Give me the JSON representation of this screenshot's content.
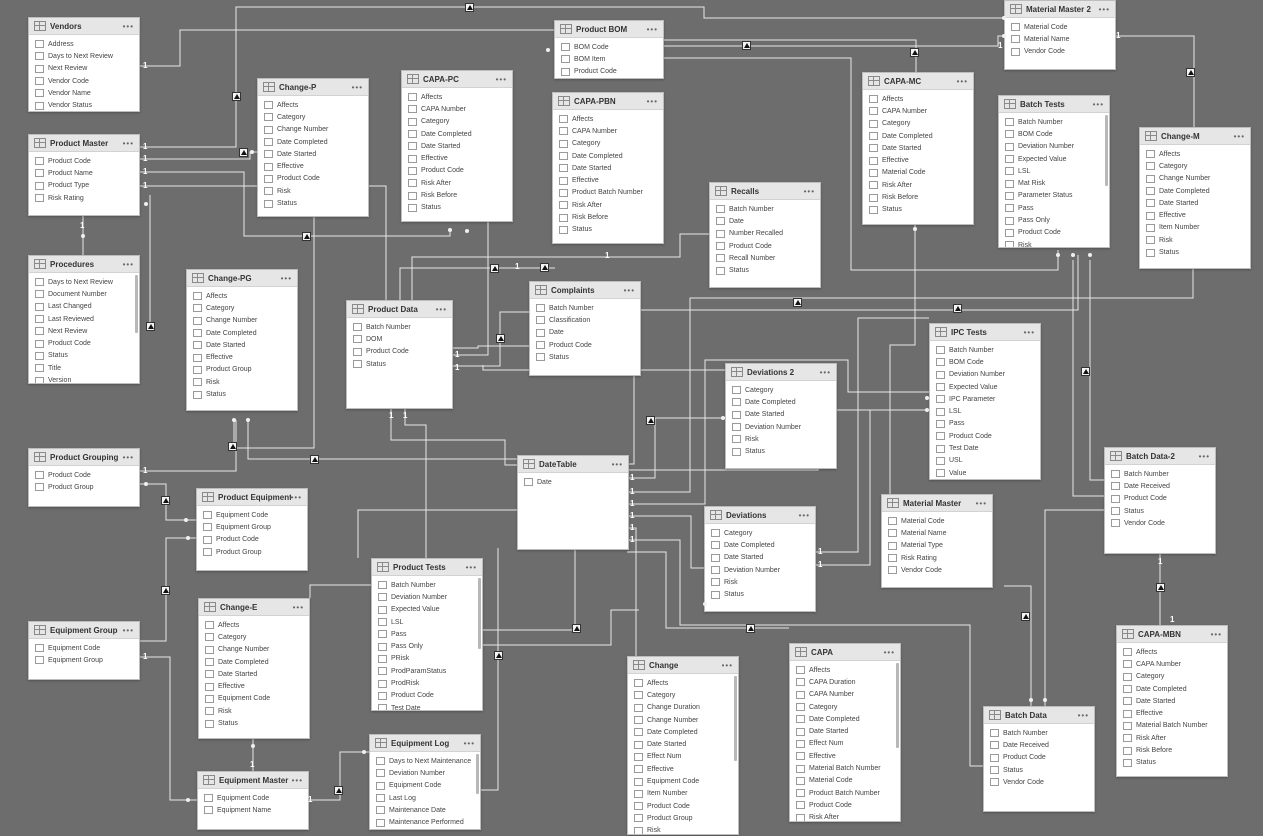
{
  "tables": [
    {
      "id": "vendors",
      "title": "Vendors",
      "fields": [
        "Address",
        "Days to Next Review",
        "Next Review",
        "Vendor Code",
        "Vendor Name",
        "Vendor Status"
      ]
    },
    {
      "id": "product-master",
      "title": "Product Master",
      "fields": [
        "Product Code",
        "Product Name",
        "Product Type",
        "Risk Rating"
      ]
    },
    {
      "id": "procedures",
      "title": "Procedures",
      "fields": [
        "Days to Next Review",
        "Document Number",
        "Last Changed",
        "Last Reviewed",
        "Next Review",
        "Product Code",
        "Status",
        "Title",
        "Version"
      ]
    },
    {
      "id": "product-grouping",
      "title": "Product Grouping",
      "fields": [
        "Product Code",
        "Product Group"
      ]
    },
    {
      "id": "equipment-group",
      "title": "Equipment Group",
      "fields": [
        "Equipment Code",
        "Equipment Group"
      ]
    },
    {
      "id": "change-p",
      "title": "Change-P",
      "fields": [
        "Affects",
        "Category",
        "Change Number",
        "Date Completed",
        "Date Started",
        "Effective",
        "Product Code",
        "Risk",
        "Status"
      ]
    },
    {
      "id": "change-pg",
      "title": "Change-PG",
      "fields": [
        "Affects",
        "Category",
        "Change Number",
        "Date Completed",
        "Date Started",
        "Effective",
        "Product Group",
        "Risk",
        "Status"
      ]
    },
    {
      "id": "product-equipment",
      "title": "Product Equipment",
      "fields": [
        "Equipment Code",
        "Equipment Group",
        "Product Code",
        "Product Group"
      ]
    },
    {
      "id": "change-e",
      "title": "Change-E",
      "fields": [
        "Affects",
        "Category",
        "Change Number",
        "Date Completed",
        "Date Started",
        "Effective",
        "Equipment Code",
        "Risk",
        "Status"
      ]
    },
    {
      "id": "equipment-master",
      "title": "Equipment Master",
      "fields": [
        "Equipment Code",
        "Equipment Name"
      ]
    },
    {
      "id": "capa-pc",
      "title": "CAPA-PC",
      "fields": [
        "Affects",
        "CAPA Number",
        "Category",
        "Date Completed",
        "Date Started",
        "Effective",
        "Product Code",
        "Risk After",
        "Risk Before",
        "Status"
      ]
    },
    {
      "id": "product-data",
      "title": "Product Data",
      "fields": [
        "Batch Number",
        "DOM",
        "Product Code",
        "Status"
      ]
    },
    {
      "id": "product-tests",
      "title": "Product Tests",
      "fields": [
        "Batch Number",
        "Deviation Number",
        "Expected Value",
        "LSL",
        "Pass",
        "Pass Only",
        "PRisk",
        "ProdParamStatus",
        "ProdRisk",
        "Product Code",
        "Test Date"
      ]
    },
    {
      "id": "equipment-log",
      "title": "Equipment Log",
      "fields": [
        "Days to Next Maintenance",
        "Deviation Number",
        "Equipment Code",
        "Last Log",
        "Maintenance Date",
        "Maintenance Performed"
      ]
    },
    {
      "id": "product-bom",
      "title": "Product BOM",
      "fields": [
        "BOM Code",
        "BOM Item",
        "Product Code"
      ]
    },
    {
      "id": "capa-pbn",
      "title": "CAPA-PBN",
      "fields": [
        "Affects",
        "CAPA Number",
        "Category",
        "Date Completed",
        "Date Started",
        "Effective",
        "Product Batch Number",
        "Risk After",
        "Risk Before",
        "Status"
      ]
    },
    {
      "id": "complaints",
      "title": "Complaints",
      "fields": [
        "Batch Number",
        "Classification",
        "Date",
        "Product Code",
        "Status"
      ]
    },
    {
      "id": "datetable",
      "title": "DateTable",
      "fields": [
        "Date"
      ]
    },
    {
      "id": "change",
      "title": "Change",
      "fields": [
        "Affects",
        "Category",
        "Change Duration",
        "Change Number",
        "Date Completed",
        "Date Started",
        "Effect Num",
        "Effective",
        "Equipment Code",
        "Item Number",
        "Product Code",
        "Product Group",
        "Risk"
      ]
    },
    {
      "id": "recalls",
      "title": "Recalls",
      "fields": [
        "Batch Number",
        "Date",
        "Number Recalled",
        "Product Code",
        "Recall Number",
        "Status"
      ]
    },
    {
      "id": "deviations-2",
      "title": "Deviations 2",
      "fields": [
        "Category",
        "Date Completed",
        "Date Started",
        "Deviation Number",
        "Risk",
        "Status"
      ]
    },
    {
      "id": "deviations",
      "title": "Deviations",
      "fields": [
        "Category",
        "Date Completed",
        "Date Started",
        "Deviation Number",
        "Risk",
        "Status"
      ]
    },
    {
      "id": "capa",
      "title": "CAPA",
      "fields": [
        "Affects",
        "CAPA Duration",
        "CAPA Number",
        "Category",
        "Date Completed",
        "Date Started",
        "Effect Num",
        "Effective",
        "Material Batch Number",
        "Material Code",
        "Product Batch Number",
        "Product Code",
        "Risk After"
      ]
    },
    {
      "id": "capa-mc",
      "title": "CAPA-MC",
      "fields": [
        "Affects",
        "CAPA Number",
        "Category",
        "Date Completed",
        "Date Started",
        "Effective",
        "Material Code",
        "Risk After",
        "Risk Before",
        "Status"
      ]
    },
    {
      "id": "ipc-tests",
      "title": "IPC Tests",
      "fields": [
        "Batch Number",
        "BOM Code",
        "Deviation Number",
        "Expected Value",
        "IPC Parameter",
        "LSL",
        "Pass",
        "Product Code",
        "Test Date",
        "USL",
        "Value"
      ]
    },
    {
      "id": "material-master",
      "title": "Material Master",
      "fields": [
        "Material Code",
        "Material Name",
        "Material Type",
        "Risk Rating",
        "Vendor Code"
      ]
    },
    {
      "id": "material-master-2",
      "title": "Material Master 2",
      "fields": [
        "Material Code",
        "Material Name",
        "Vendor Code"
      ]
    },
    {
      "id": "batch-tests",
      "title": "Batch Tests",
      "fields": [
        "Batch Number",
        "BOM Code",
        "Deviation Number",
        "Expected Value",
        "LSL",
        "Mat Risk",
        "Parameter Status",
        "Pass",
        "Pass Only",
        "Product Code",
        "Risk"
      ]
    },
    {
      "id": "batch-data",
      "title": "Batch Data",
      "fields": [
        "Batch Number",
        "Date Received",
        "Product Code",
        "Status",
        "Vendor Code"
      ]
    },
    {
      "id": "change-m",
      "title": "Change-M",
      "fields": [
        "Affects",
        "Category",
        "Change Number",
        "Date Completed",
        "Date Started",
        "Effective",
        "Item Number",
        "Risk",
        "Status"
      ]
    },
    {
      "id": "batch-data-2",
      "title": "Batch Data-2",
      "fields": [
        "Batch Number",
        "Date Received",
        "Product Code",
        "Status",
        "Vendor Code"
      ]
    },
    {
      "id": "capa-mbn",
      "title": "CAPA-MBN",
      "fields": [
        "Affects",
        "CAPA Number",
        "Category",
        "Date Completed",
        "Date Started",
        "Effective",
        "Material Batch Number",
        "Risk After",
        "Risk Before",
        "Status"
      ]
    }
  ],
  "one_label": "1",
  "menu_glyph": "•••"
}
